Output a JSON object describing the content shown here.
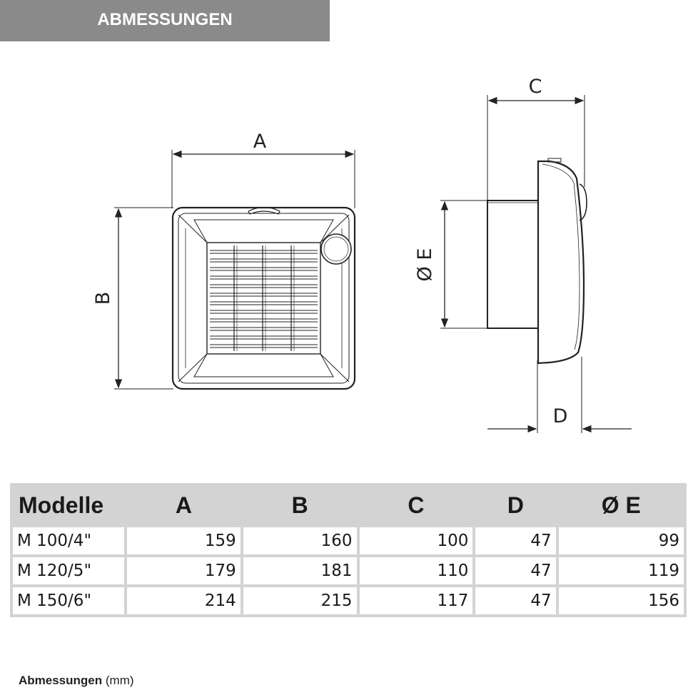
{
  "header": {
    "title": "ABMESSUNGEN"
  },
  "diagram": {
    "labels": {
      "a": "A",
      "b": "B",
      "c": "C",
      "d": "D",
      "e": "Ø E"
    }
  },
  "table": {
    "headers": [
      "Modelle",
      "A",
      "B",
      "C",
      "D",
      "Ø E"
    ],
    "rows": [
      [
        "M 100/4\"",
        "159",
        "160",
        "100",
        "47",
        "99"
      ],
      [
        "M 120/5\"",
        "179",
        "181",
        "110",
        "47",
        "119"
      ],
      [
        "M 150/6\"",
        "214",
        "215",
        "117",
        "47",
        "156"
      ]
    ]
  },
  "caption": {
    "bold": "Abmessungen",
    "unit": "(mm)"
  },
  "colors": {
    "header_bg": "#8a8a8a",
    "table_bg": "#d3d3d3",
    "line": "#222222"
  }
}
